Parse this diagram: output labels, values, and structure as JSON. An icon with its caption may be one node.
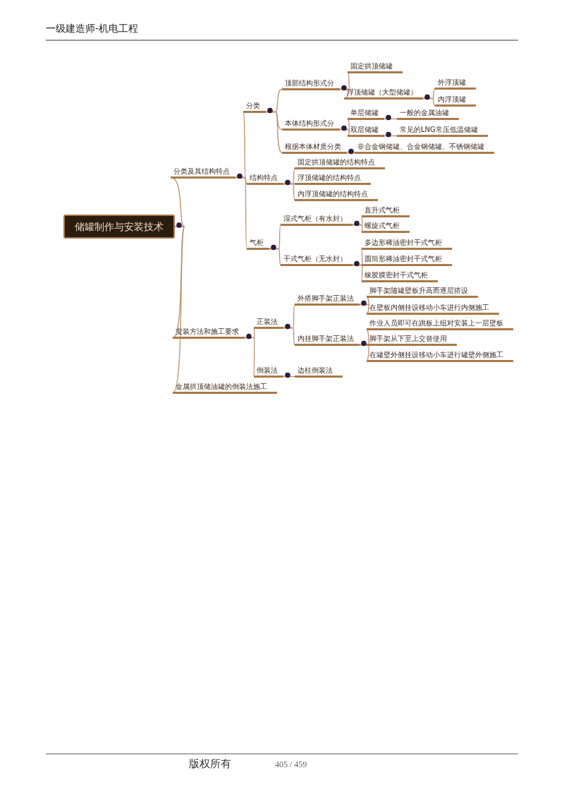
{
  "diagram": {
    "nodes": [
      {
        "text": [
          "储罐制作与安装技术"
        ]
      },
      {
        "text": [
          "分类及其结构特点"
        ]
      },
      {
        "text": [
          "分类"
        ]
      },
      {
        "text": [
          "顶部结构形式分"
        ]
      },
      {
        "text": [
          "固定拱顶储罐"
        ]
      },
      {
        "text": [
          "浮顶储罐（大型储罐）"
        ]
      },
      {
        "text": [
          "外浮顶罐"
        ]
      },
      {
        "text": [
          "内浮顶罐"
        ]
      },
      {
        "text": [
          "本体结构形式分"
        ]
      },
      {
        "text": [
          "单层储罐"
        ]
      },
      {
        "text": [
          "一般的金属油罐"
        ]
      },
      {
        "text": [
          "双层储罐"
        ]
      },
      {
        "text": [
          "常见的LNG常压低温储罐"
        ]
      },
      {
        "text": [
          "根据本体材质分类"
        ]
      },
      {
        "text": [
          "非合金钢储罐、合金钢储罐、不锈钢储罐"
        ]
      },
      {
        "text": [
          "结构特点"
        ]
      },
      {
        "text": [
          "固定拱顶储罐的结构特点"
        ]
      },
      {
        "text": [
          "浮顶储罐的结构特点"
        ]
      },
      {
        "text": [
          "内浮顶储罐的结构特点"
        ]
      },
      {
        "text": [
          "气柜"
        ]
      },
      {
        "text": [
          "湿式气柜（有水封）"
        ]
      },
      {
        "text": [
          "直升式气柜"
        ]
      },
      {
        "text": [
          "螺旋式气柜"
        ]
      },
      {
        "text": [
          "干式气柜（无水封）"
        ]
      },
      {
        "text": [
          "多边形稀油密封干式气柜"
        ]
      },
      {
        "text": [
          "圆筒形稀油密封干式气柜"
        ]
      },
      {
        "text": [
          "橡胶膜密封干式气柜"
        ]
      },
      {
        "text": [
          "安装方法和施工要求"
        ]
      },
      {
        "text": [
          "正装法"
        ]
      },
      {
        "text": [
          "外搭脚手架正装法"
        ]
      },
      {
        "text": [
          "脚手架随罐壁板升高而逐层搭设"
        ]
      },
      {
        "text": [
          "在壁板内侧挂设移动小车进行内侧施工"
        ]
      },
      {
        "text": [
          "内挂脚手架正装法"
        ]
      },
      {
        "text": [
          "作业人员即可在跳板上组对安装上一层壁板"
        ]
      },
      {
        "text": [
          "脚手架从下至上交替使用"
        ]
      },
      {
        "text": [
          "在罐壁外侧挂设移动小车进行罐壁外侧施工"
        ]
      },
      {
        "text": [
          "倒装法"
        ]
      },
      {
        "text": [
          "边柱倒装法"
        ]
      },
      {
        "text": [
          "金属拱顶储油罐的倒装法施工"
        ]
      }
    ],
    "edges": [
      {
        "from": 0,
        "to": 1,
        "arrow": "none"
      },
      {
        "from": 0,
        "to": 27,
        "arrow": "none"
      },
      {
        "from": 0,
        "to": 38,
        "arrow": "none"
      },
      {
        "from": 1,
        "to": 2,
        "arrow": "none"
      },
      {
        "from": 1,
        "to": 15,
        "arrow": "none"
      },
      {
        "from": 1,
        "to": 19,
        "arrow": "none"
      },
      {
        "from": 2,
        "to": 3,
        "arrow": "none"
      },
      {
        "from": 2,
        "to": 8,
        "arrow": "none"
      },
      {
        "from": 2,
        "to": 13,
        "arrow": "none"
      },
      {
        "from": 3,
        "to": 4,
        "arrow": "none"
      },
      {
        "from": 3,
        "to": 5,
        "arrow": "none"
      },
      {
        "from": 5,
        "to": 6,
        "arrow": "none"
      },
      {
        "from": 5,
        "to": 7,
        "arrow": "none"
      },
      {
        "from": 8,
        "to": 9,
        "arrow": "none"
      },
      {
        "from": 8,
        "to": 11,
        "arrow": "none"
      },
      {
        "from": 9,
        "to": 10,
        "arrow": "none"
      },
      {
        "from": 11,
        "to": 12,
        "arrow": "none"
      },
      {
        "from": 13,
        "to": 14,
        "arrow": "none"
      },
      {
        "from": 15,
        "to": 16,
        "arrow": "none"
      },
      {
        "from": 15,
        "to": 17,
        "arrow": "none"
      },
      {
        "from": 15,
        "to": 18,
        "arrow": "none"
      },
      {
        "from": 19,
        "to": 20,
        "arrow": "none"
      },
      {
        "from": 19,
        "to": 23,
        "arrow": "none"
      },
      {
        "from": 20,
        "to": 21,
        "arrow": "none"
      },
      {
        "from": 20,
        "to": 22,
        "arrow": "none"
      },
      {
        "from": 23,
        "to": 24,
        "arrow": "none"
      },
      {
        "from": 23,
        "to": 25,
        "arrow": "none"
      },
      {
        "from": 23,
        "to": 26,
        "arrow": "none"
      },
      {
        "from": 27,
        "to": 28,
        "arrow": "none"
      },
      {
        "from": 27,
        "to": 36,
        "arrow": "none"
      },
      {
        "from": 28,
        "to": 29,
        "arrow": "none"
      },
      {
        "from": 28,
        "to": 32,
        "arrow": "none"
      },
      {
        "from": 29,
        "to": 30,
        "arrow": "none"
      },
      {
        "from": 29,
        "to": 31,
        "arrow": "none"
      },
      {
        "from": 32,
        "to": 33,
        "arrow": "none"
      },
      {
        "from": 32,
        "to": 34,
        "arrow": "none"
      },
      {
        "from": 32,
        "to": 35,
        "arrow": "none"
      },
      {
        "from": 36,
        "to": 37,
        "arrow": "none"
      }
    ],
    "labels": [
      "一级建造师-机电工程",
      "版权所有",
      "405 / 459"
    ]
  }
}
